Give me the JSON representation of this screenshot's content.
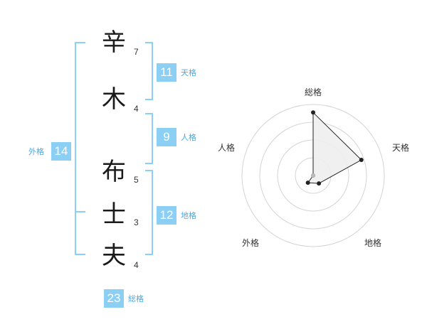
{
  "name_chars": [
    {
      "char": "辛",
      "strokes": "7"
    },
    {
      "char": "木",
      "strokes": "4"
    },
    {
      "char": "布",
      "strokes": "5"
    },
    {
      "char": "士",
      "strokes": "3"
    },
    {
      "char": "夫",
      "strokes": "4"
    }
  ],
  "fortunes": {
    "tenkaku": {
      "value": "11",
      "label": "天格"
    },
    "jinkaku": {
      "value": "9",
      "label": "人格"
    },
    "chikaku": {
      "value": "12",
      "label": "地格"
    },
    "gaikaku": {
      "value": "14",
      "label": "外格"
    },
    "soukaku": {
      "value": "23",
      "label": "総格"
    }
  },
  "radar": {
    "axes": [
      "総格",
      "天格",
      "地格",
      "外格",
      "人格"
    ],
    "levels": 4,
    "values": [
      3.55,
      2.85,
      0.55,
      0.5,
      0
    ],
    "max": 4,
    "accent": "#8ccff5",
    "line_color": "#222222",
    "fill_color": "#eeeeee"
  }
}
